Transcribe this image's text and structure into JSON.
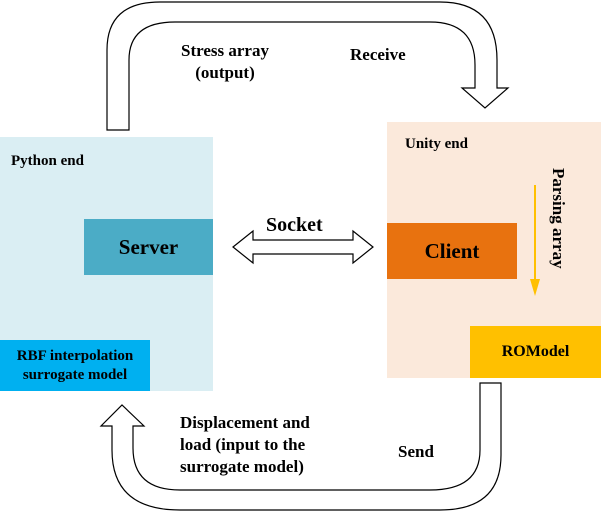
{
  "diagram": {
    "python_panel": {
      "label": "Python end",
      "color": "#daeef3"
    },
    "unity_panel": {
      "label": "Unity end",
      "color": "#fbe9db"
    },
    "server": {
      "label": "Server",
      "color": "#4bacc6"
    },
    "client": {
      "label": "Client",
      "color": "#e8720f"
    },
    "rbf_model": {
      "line1": "RBF interpolation",
      "line2": "surrogate model",
      "color": "#00b0f0"
    },
    "romodel": {
      "label": "ROModel",
      "color": "#ffc000"
    },
    "socket": {
      "label": "Socket"
    },
    "parsing": {
      "label": "Parsing array",
      "arrow_color": "#ffc000"
    },
    "top_flow": {
      "line1": "Stress array",
      "line2": "(output)",
      "action": "Receive"
    },
    "bottom_flow": {
      "line1": "Displacement and",
      "line2": "load (input to the",
      "line3": "surrogate model)",
      "action": "Send"
    }
  }
}
